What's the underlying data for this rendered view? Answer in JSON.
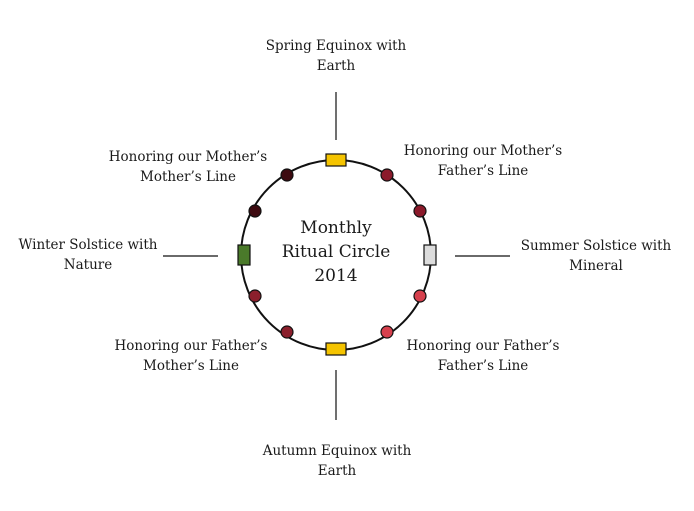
{
  "center": {
    "lines": [
      "Monthly",
      "Ritual Circle",
      "2014"
    ]
  },
  "labels": {
    "top": [
      "Spring Equinox with",
      "Earth"
    ],
    "top_right": [
      "Honoring our Mother’s",
      "Father’s Line"
    ],
    "right": [
      "Summer Solstice with",
      "Mineral"
    ],
    "bottom_right": [
      "Honoring our Father’s",
      "Father’s Line"
    ],
    "bottom": [
      "Autumn Equinox with",
      "Earth"
    ],
    "bottom_left": [
      "Honoring our Father’s",
      "Mother’s Line"
    ],
    "left": [
      "Winter Solstice with",
      "Nature"
    ],
    "top_left": [
      "Honoring our Mother’s",
      "Mother’s Line"
    ]
  },
  "markers": {
    "solstice_equinox": [
      {
        "id": "spring",
        "color": "#f5c400"
      },
      {
        "id": "summer",
        "color": "#dcdcdc"
      },
      {
        "id": "autumn",
        "color": "#f5c400"
      },
      {
        "id": "winter",
        "color": "#4a7a2a"
      }
    ],
    "dots": [
      {
        "id": "upper-right-1",
        "color": "#8b1a2b"
      },
      {
        "id": "upper-right-2",
        "color": "#8b1a2b"
      },
      {
        "id": "lower-right-1",
        "color": "#d6404d"
      },
      {
        "id": "lower-right-2",
        "color": "#d6404d"
      },
      {
        "id": "lower-left-1",
        "color": "#8b1f2c"
      },
      {
        "id": "lower-left-2",
        "color": "#8b1f2c"
      },
      {
        "id": "upper-left-1",
        "color": "#3d0a10"
      },
      {
        "id": "upper-left-2",
        "color": "#3d0a10"
      }
    ]
  }
}
